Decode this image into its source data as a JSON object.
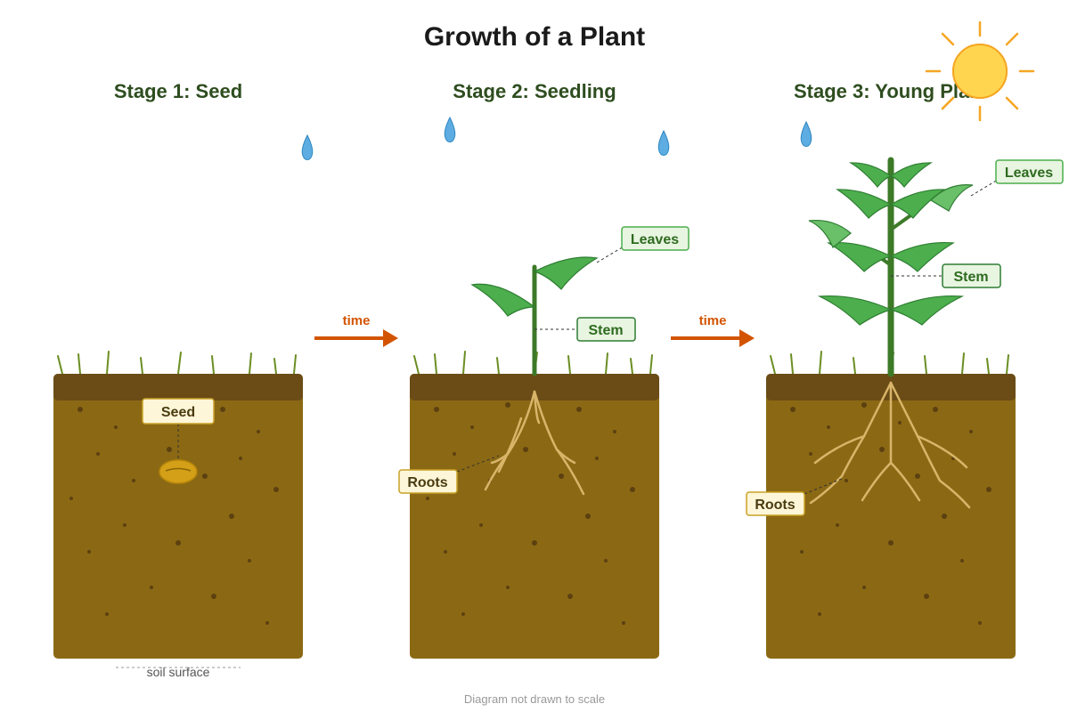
{
  "title": "Growth of a Plant",
  "stages": [
    {
      "label": "Stage 1: Seed"
    },
    {
      "label": "Stage 2: Seedling"
    },
    {
      "label": "Stage 3: Young Plant"
    }
  ],
  "arrows": {
    "label": "time"
  },
  "callouts": {
    "seed": "Seed",
    "leaves": "Leaves",
    "stem": "Stem",
    "roots": "Roots"
  },
  "soil_surface": "soil surface",
  "footnote": "Diagram not drawn to scale",
  "colors": {
    "soil": "#8b6914",
    "soil_top": "#6b4c16",
    "grass": "#6b8e23",
    "leaf": "#4cae4c",
    "stem": "#3d7a28",
    "root": "#d9b56a",
    "water": "#5dade2",
    "sun": "#ffd54f",
    "arrow": "#d35400"
  },
  "icons": [
    "sun-icon",
    "water-drop-icon",
    "arrow-right-icon"
  ]
}
